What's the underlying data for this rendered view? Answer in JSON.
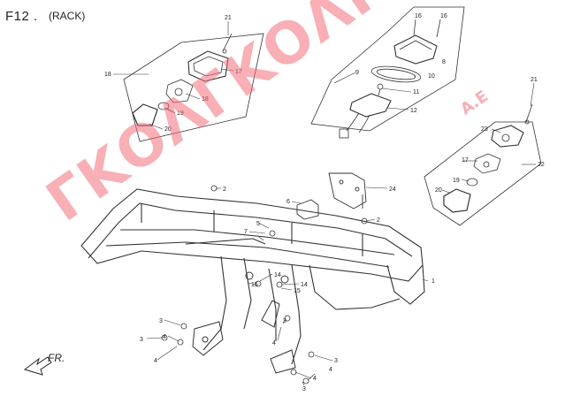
{
  "header": {
    "figure": "F12 .",
    "section": "(RACK)"
  },
  "watermark": {
    "brand": "ΓΚΟΛΓΚΟΛΗΣ",
    "suffix": "Α.Ε"
  },
  "direction": {
    "label": "FR."
  },
  "callouts": [
    {
      "id": "c21a",
      "label": "21"
    },
    {
      "id": "c17",
      "label": "17"
    },
    {
      "id": "c18a",
      "label": "18"
    },
    {
      "id": "c18b",
      "label": "18"
    },
    {
      "id": "c19a",
      "label": "19"
    },
    {
      "id": "c20a",
      "label": "20"
    },
    {
      "id": "c16a",
      "label": "16"
    },
    {
      "id": "c16b",
      "label": "16"
    },
    {
      "id": "c9",
      "label": "9"
    },
    {
      "id": "c10",
      "label": "10"
    },
    {
      "id": "c11",
      "label": "11"
    },
    {
      "id": "c12",
      "label": "12"
    },
    {
      "id": "c8",
      "label": "8"
    },
    {
      "id": "c21b",
      "label": "21"
    },
    {
      "id": "c23",
      "label": "23"
    },
    {
      "id": "c22",
      "label": "22"
    },
    {
      "id": "c17b",
      "label": "17"
    },
    {
      "id": "c19b",
      "label": "19"
    },
    {
      "id": "c20b",
      "label": "20"
    },
    {
      "id": "c24",
      "label": "24"
    },
    {
      "id": "c2a",
      "label": "2"
    },
    {
      "id": "c2b",
      "label": "2"
    },
    {
      "id": "c6",
      "label": "6"
    },
    {
      "id": "c7",
      "label": "7"
    },
    {
      "id": "c5",
      "label": "5"
    },
    {
      "id": "c14a",
      "label": "14"
    },
    {
      "id": "c15a",
      "label": "15"
    },
    {
      "id": "c14b",
      "label": "14"
    },
    {
      "id": "c15b",
      "label": "15"
    },
    {
      "id": "c1",
      "label": "1"
    },
    {
      "id": "c3a",
      "label": "3"
    },
    {
      "id": "c3b",
      "label": "3"
    },
    {
      "id": "c4a",
      "label": "4"
    },
    {
      "id": "c4b",
      "label": "4"
    },
    {
      "id": "c3c",
      "label": "3"
    },
    {
      "id": "c4c",
      "label": "4"
    },
    {
      "id": "c4d",
      "label": "4"
    },
    {
      "id": "c3d",
      "label": "3"
    },
    {
      "id": "c4e",
      "label": "4"
    },
    {
      "id": "c3e",
      "label": "3"
    }
  ]
}
